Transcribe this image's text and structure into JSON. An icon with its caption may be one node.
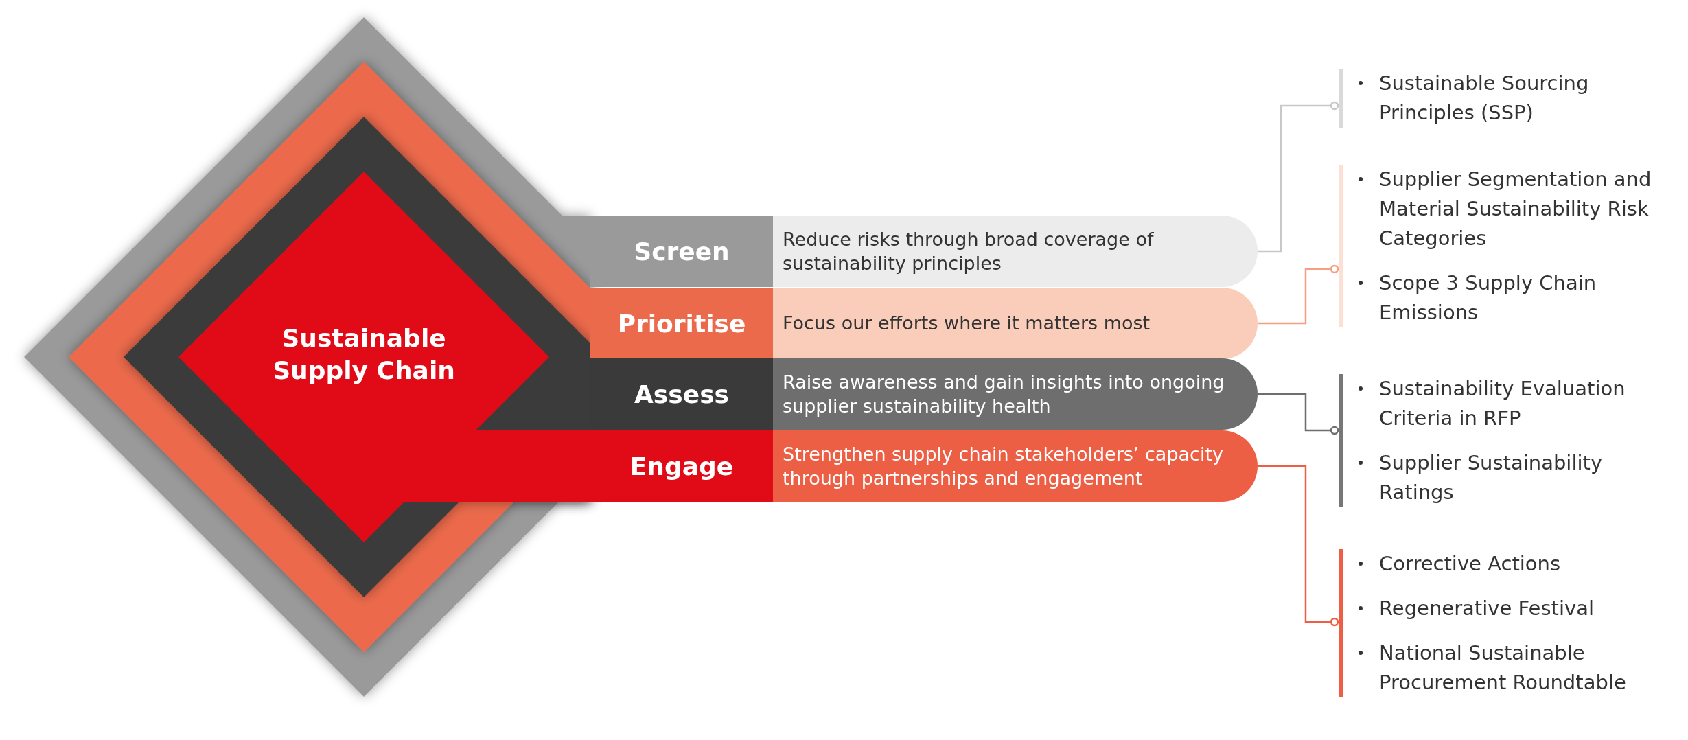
{
  "diagram": {
    "nodes": [
      {
        "text": [
          "Sustainable Supply Chain"
        ]
      },
      {
        "text": [
          "Screen",
          "Reduce risks through broad coverage of sustainability principles"
        ]
      },
      {
        "text": [
          "Prioritise",
          "Focus our efforts where it matters most"
        ]
      },
      {
        "text": [
          "Assess",
          "Raise awareness and gain insights into ongoing supplier sustainability health"
        ]
      },
      {
        "text": [
          "Engage",
          "Strengthen supply chain stakeholders’ capacity through partnerships and engagement"
        ]
      },
      {
        "text": [
          "Sustainable Sourcing Principles (SSP)"
        ]
      },
      {
        "text": [
          "Supplier Segmentation and Material Sustainability Risk Categories",
          "Scope 3 Supply Chain Emissions"
        ]
      },
      {
        "text": [
          "Sustainability Evaluation Criteria in RFP",
          "Supplier Sustainability Ratings"
        ]
      },
      {
        "text": [
          "Corrective Actions",
          "Regenerative Festival",
          "National Sustainable Procurement Roundtable"
        ]
      }
    ],
    "edges": [
      {
        "from": 1,
        "to": 5,
        "arrow": "other",
        "color": "#c8c8c8"
      },
      {
        "from": 2,
        "to": 6,
        "arrow": "other",
        "color": "#f4a080"
      },
      {
        "from": 3,
        "to": 7,
        "arrow": "other",
        "color": "#6e6e6e"
      },
      {
        "from": 4,
        "to": 8,
        "arrow": "other",
        "color": "#ec5f45"
      }
    ]
  }
}
